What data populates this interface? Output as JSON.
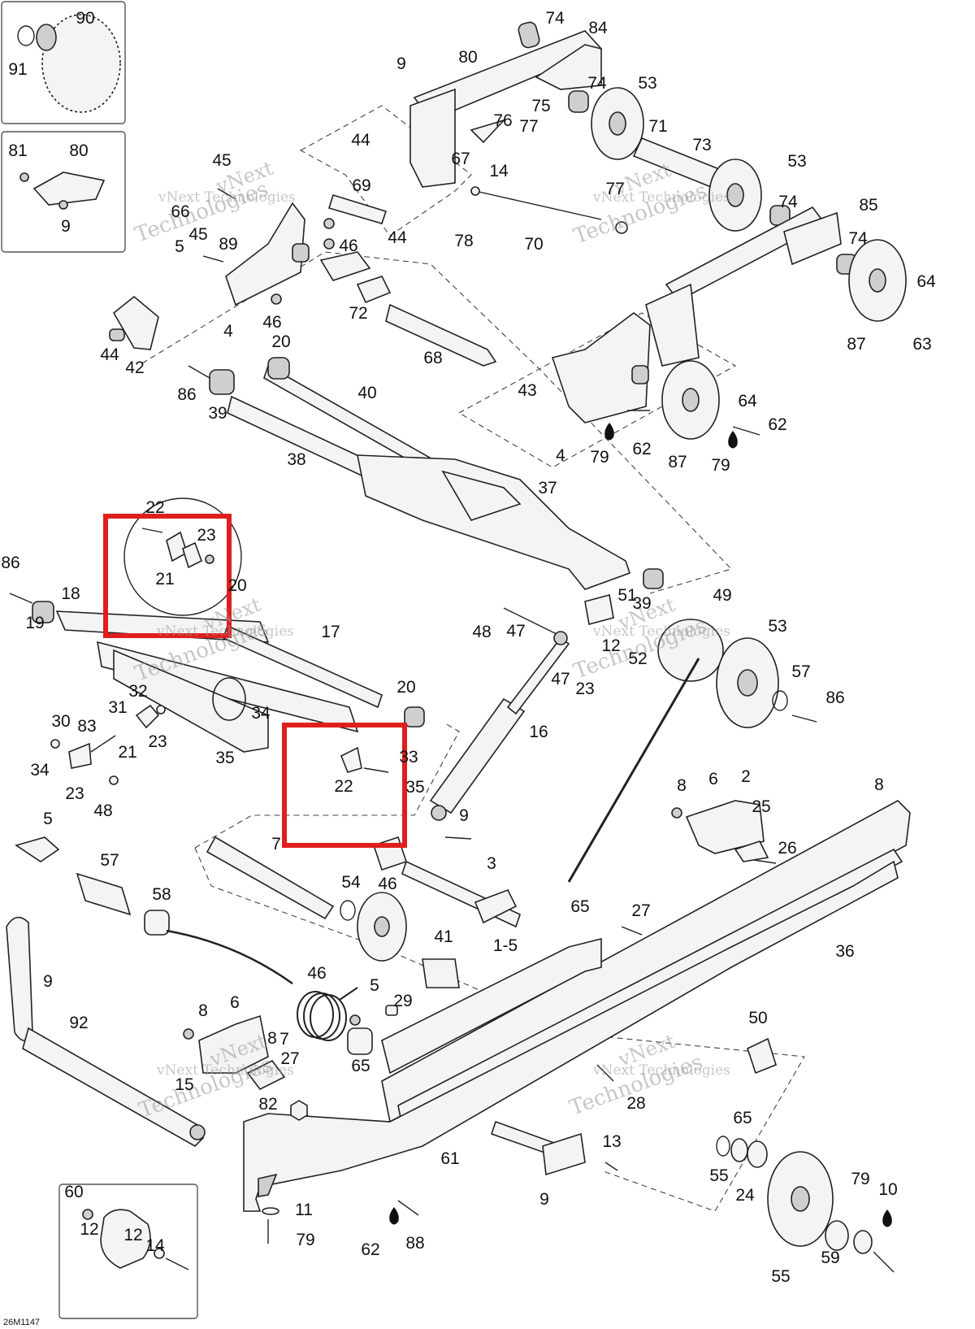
{
  "diagram_code": "26M1147",
  "watermark": {
    "line1": "vNext Technologies",
    "line2": "vNext",
    "line3": "Technologies"
  },
  "callouts": [
    "90",
    "91",
    "81",
    "80",
    "9",
    "74",
    "84",
    "80",
    "9",
    "74",
    "53",
    "75",
    "77",
    "76",
    "44",
    "67",
    "71",
    "73",
    "14",
    "45",
    "66",
    "89",
    "69",
    "77",
    "53",
    "45",
    "46",
    "44",
    "74",
    "85",
    "5",
    "78",
    "70",
    "74",
    "64",
    "4",
    "46",
    "72",
    "87",
    "63",
    "44",
    "42",
    "20",
    "68",
    "86",
    "40",
    "43",
    "39",
    "64",
    "62",
    "4",
    "79",
    "62",
    "87",
    "79",
    "38",
    "37",
    "22",
    "86",
    "23",
    "20",
    "18",
    "21",
    "49",
    "51",
    "39",
    "17",
    "53",
    "48",
    "19",
    "47",
    "12",
    "52",
    "47",
    "23",
    "57",
    "86",
    "20",
    "32",
    "31",
    "23",
    "34",
    "30",
    "83",
    "16",
    "35",
    "34",
    "21",
    "22",
    "33",
    "23",
    "35",
    "48",
    "9",
    "8",
    "6",
    "2",
    "8",
    "25",
    "5",
    "7",
    "26",
    "57",
    "54",
    "46",
    "3",
    "65",
    "27",
    "58",
    "41",
    "1-5",
    "36",
    "46",
    "5",
    "29",
    "9",
    "8",
    "6",
    "50",
    "92",
    "8",
    "7",
    "27",
    "65",
    "28",
    "15",
    "82",
    "65",
    "13",
    "61",
    "55",
    "24",
    "9",
    "60",
    "79",
    "10",
    "12",
    "12",
    "11",
    "14",
    "79",
    "62",
    "88",
    "55",
    "59"
  ],
  "highlights": [
    "detail-box-upper",
    "detail-box-lower"
  ]
}
